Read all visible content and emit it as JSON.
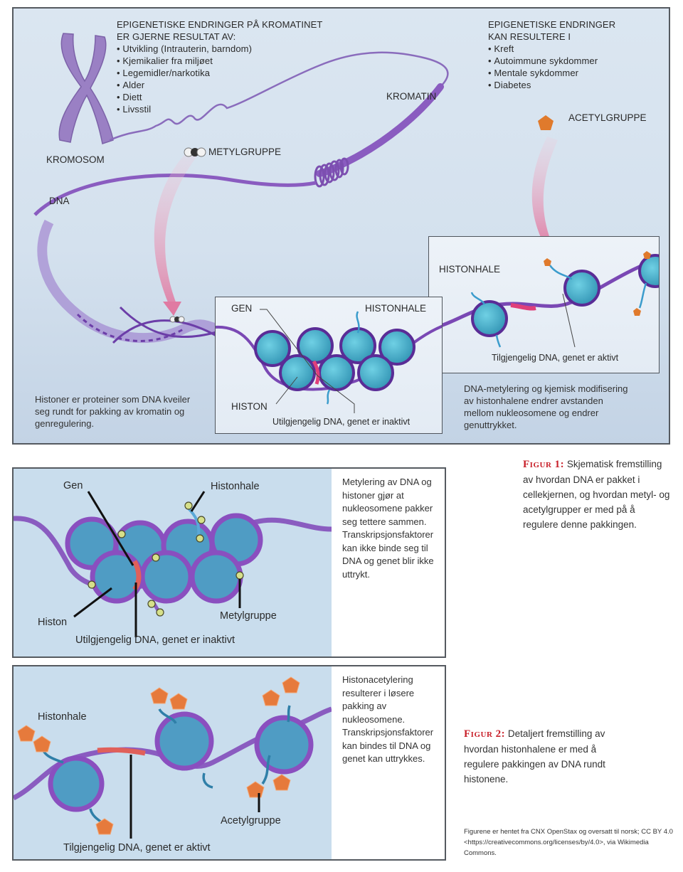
{
  "figure1": {
    "causes": {
      "heading_line1": "EPIGENETISKE ENDRINGER PÅ KROMATINET",
      "heading_line2": "ER GJERNE RESULTAT AV:",
      "items": [
        "Utvikling (Intrauterin, barndom)",
        "Kjemikalier fra miljøet",
        "Legemidler/narkotika",
        "Alder",
        "Diett",
        "Livsstil"
      ]
    },
    "effects": {
      "heading_line1": "EPIGENETISKE ENDRINGER",
      "heading_line2": "KAN RESULTERE I",
      "items": [
        "Kreft",
        "Autoimmune sykdommer",
        "Mentale sykdommer",
        "Diabetes"
      ]
    },
    "labels": {
      "kromosom": "KROMOSOM",
      "kromatin": "KROMATIN",
      "dna": "DNA",
      "metylgruppe": "METYLGRUPPE",
      "acetylgruppe": "ACETYLGRUPPE",
      "gen": "GEN",
      "histonhale_closed": "HISTONHALE",
      "histonhale_open": "HISTONHALE",
      "histon": "HISTON",
      "inaccessible": "Utilgjengelig DNA, genet er inaktivt",
      "accessible": "Tilgjengelig DNA, genet er aktivt"
    },
    "note_histones": "Histoner er proteiner som DNA kveiler seg rundt for pakking av kromatin og genregulering.",
    "note_methylation": "DNA-metylering og kjemisk modifisering av histonhalene endrer avstanden mellom nukleosomene og endrer genuttrykket."
  },
  "caption1": {
    "tag": "Figur 1:",
    "text": " Skjematisk fremstilling av hvordan DNA er pakket i cellekjernen, og hvordan metyl- og acetylgrupper er med på å regulere denne pakkingen."
  },
  "figure2a": {
    "labels": {
      "gen": "Gen",
      "histonhale": "Histonhale",
      "histon": "Histon",
      "metylgruppe": "Metylgruppe",
      "inaccessible": "Utilgjengelig DNA, genet er inaktivt"
    },
    "text": "Metylering av DNA og histoner gjør at nukleosomene pakker seg tettere sammen. Transkripsjonsfaktorer kan ikke binde seg til DNA og genet blir ikke uttrykt."
  },
  "figure2b": {
    "labels": {
      "histonhale": "Histonhale",
      "acetylgruppe": "Acetylgruppe",
      "accessible": "Tilgjengelig DNA, genet er aktivt"
    },
    "text": "Histonacetylering resulterer i løsere pakking av nukleosomene. Transkripsjonsfaktorer kan bindes til DNA og genet kan uttrykkes."
  },
  "caption2": {
    "tag": "Figur 2:",
    "text": " Detaljert fremstilling av hvordan histonhalene er med å regulere pakkingen av DNA rundt histonene."
  },
  "credit": "Figurene er hentet fra CNX OpenStax og oversatt til norsk; CC BY 4.0 <https://creativecommons.org/licenses/by/4.0>, via Wikimedia Commons.",
  "colors": {
    "dna_purple": "#7b4fa6",
    "histone_blue": "#3fa6c4",
    "gene_pink": "#e0407a",
    "acetyl_orange": "#e67a3c",
    "methyl_green": "#d6e08a",
    "figur_red": "#c8202a"
  }
}
